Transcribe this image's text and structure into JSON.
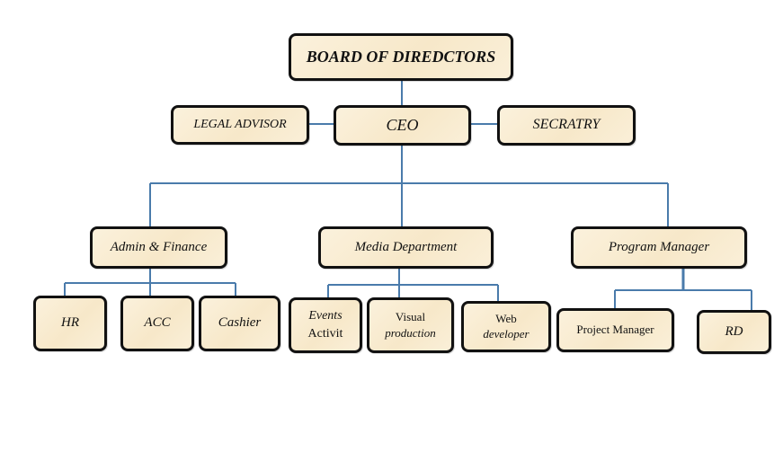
{
  "chart": {
    "root": {
      "label": "BOARD OF DIREDCTORS"
    },
    "ceo": {
      "label": "CEO"
    },
    "legal_advisor": {
      "label": "LEGAL ADVISOR"
    },
    "secretary": {
      "label": "SECRATRY"
    },
    "departments": [
      {
        "label": "Admin & Finance",
        "children": [
          {
            "label": "HR"
          },
          {
            "label": "ACC"
          },
          {
            "label": "Cashier"
          }
        ]
      },
      {
        "label": "Media Department",
        "children": [
          {
            "line1": "Events",
            "line2": "Activit"
          },
          {
            "line1": "Visual",
            "line2": "production"
          },
          {
            "line1": "Web",
            "line2": "developer"
          }
        ]
      },
      {
        "label": "Program Manager",
        "children": [
          {
            "label": "Project Manager"
          },
          {
            "label": "RD"
          }
        ]
      }
    ]
  },
  "colors": {
    "connector": "#4a7bab",
    "box_fill": "#f9edd3",
    "box_border": "#111111"
  }
}
